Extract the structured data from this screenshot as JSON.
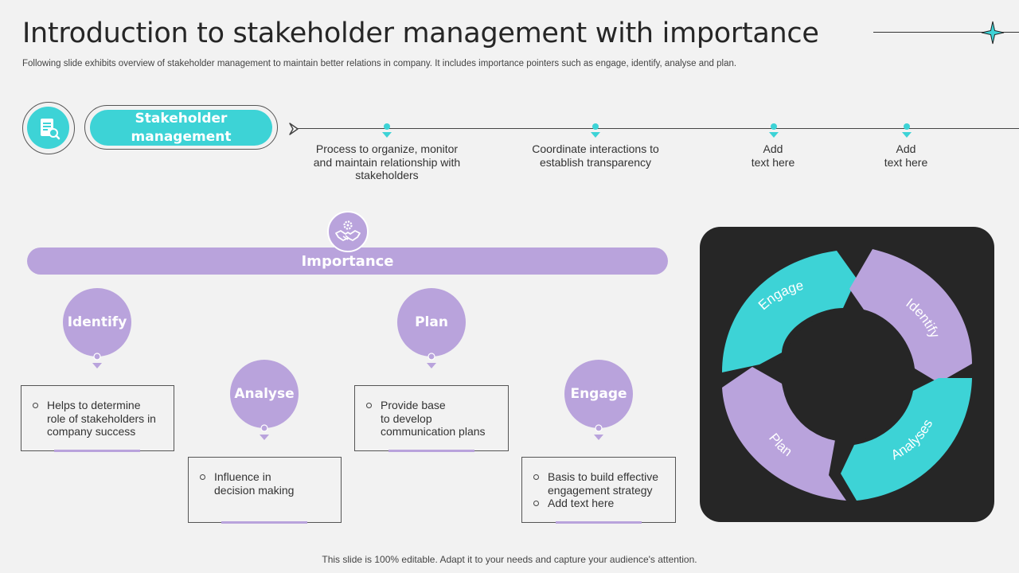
{
  "header": {
    "title": "Introduction to stakeholder management with importance",
    "subtitle": "Following slide exhibits overview of stakeholder management to maintain better relations in company. It includes importance pointers such as engage, identify, analyse and plan."
  },
  "stakeholder": {
    "label_line1": "Stakeholder",
    "label_line2": "management"
  },
  "timeline": {
    "points": [
      {
        "line1": "Process to organize, monitor",
        "line2": "and maintain relationship with",
        "line3": "stakeholders"
      },
      {
        "line1": "Coordinate interactions to",
        "line2": "establish transparency"
      },
      {
        "line1": "Add",
        "line2": "text here"
      },
      {
        "line1": "Add",
        "line2": "text here"
      }
    ]
  },
  "importance": {
    "label": "Importance",
    "steps": [
      {
        "name": "Identify",
        "bullets": [
          "Helps to determine",
          "role of stakeholders in",
          "company success"
        ]
      },
      {
        "name": "Analyse",
        "bullets": [
          "Influence in",
          "decision making"
        ]
      },
      {
        "name": "Plan",
        "bullets": [
          "Provide base",
          "to develop",
          "communication plans"
        ]
      },
      {
        "name": "Engage",
        "bullets": [
          "Basis to build effective",
          "engagement strategy",
          "Add text here"
        ]
      }
    ]
  },
  "cycle": {
    "segments": [
      "Engage",
      "Identify",
      "Analyses",
      "Plan"
    ]
  },
  "footer": {
    "text": "This slide is 100% editable. Adapt it to your needs and capture your audience's attention."
  },
  "colors": {
    "teal": "#3dd3d6",
    "lavender": "#b9a3dc",
    "dark_panel": "#262626",
    "background": "#f2f2f2"
  },
  "icons": [
    "four-point-star-icon",
    "document-search-icon",
    "handshake-gear-icon",
    "arrow-head-icon"
  ]
}
